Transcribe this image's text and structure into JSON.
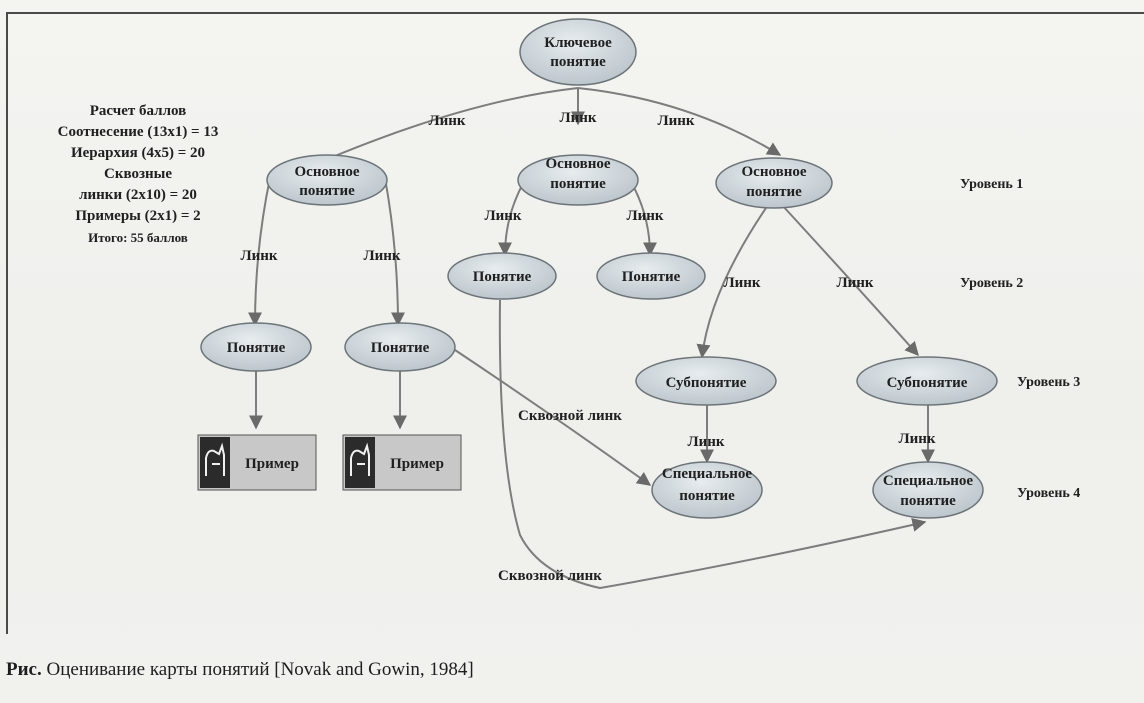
{
  "diagram": {
    "key_concept": [
      "Ключевое",
      "понятие"
    ],
    "main_concept": [
      "Основное",
      "понятие"
    ],
    "concept": "Понятие",
    "subconcept": "Субпонятие",
    "special_concept": [
      "Специальное",
      "понятие"
    ],
    "example": "Пример",
    "link_label": "Линк",
    "cross_link_label": "Сквозной линк",
    "levels": [
      "Уровень 1",
      "Уровень 2",
      "Уровень 3",
      "Уровень 4"
    ]
  },
  "scoring": {
    "title": "Расчет баллов",
    "lines": [
      "Соотнесение (13х1) = 13",
      "Иерархия (4х5) = 20",
      "Сквозные",
      "линки (2х10) = 20",
      "Примеры (2х1) = 2"
    ],
    "total": "Итого: 55 баллов"
  },
  "caption": {
    "prefix": "Рис.",
    "text": " Оценивание карты понятий [Novak and Gowin, 1984]"
  },
  "colors": {
    "node_fill": "#c9d3d9",
    "line": "#7a7a7a",
    "example_dark": "#2b2b2b"
  }
}
